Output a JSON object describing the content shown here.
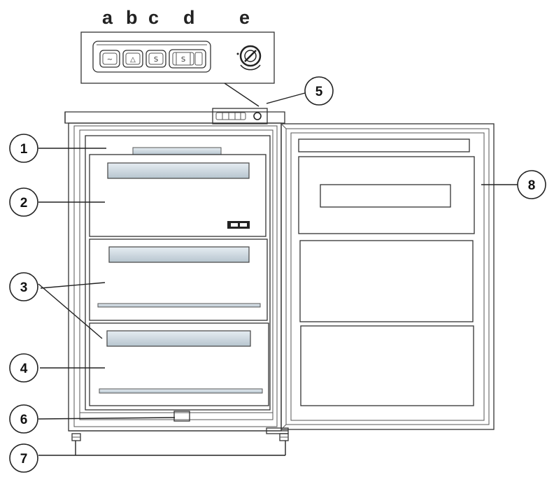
{
  "control_letters": [
    "a",
    "b",
    "c",
    "d",
    "e"
  ],
  "button_symbols": [
    "~",
    "△",
    "S",
    "S"
  ],
  "callouts": [
    "1",
    "2",
    "3",
    "4",
    "5",
    "6",
    "7",
    "8"
  ],
  "colors": {
    "line": "#333333",
    "bar_fill": "#c8d4dc",
    "bar_edge": "#555555",
    "background": "#ffffff"
  }
}
